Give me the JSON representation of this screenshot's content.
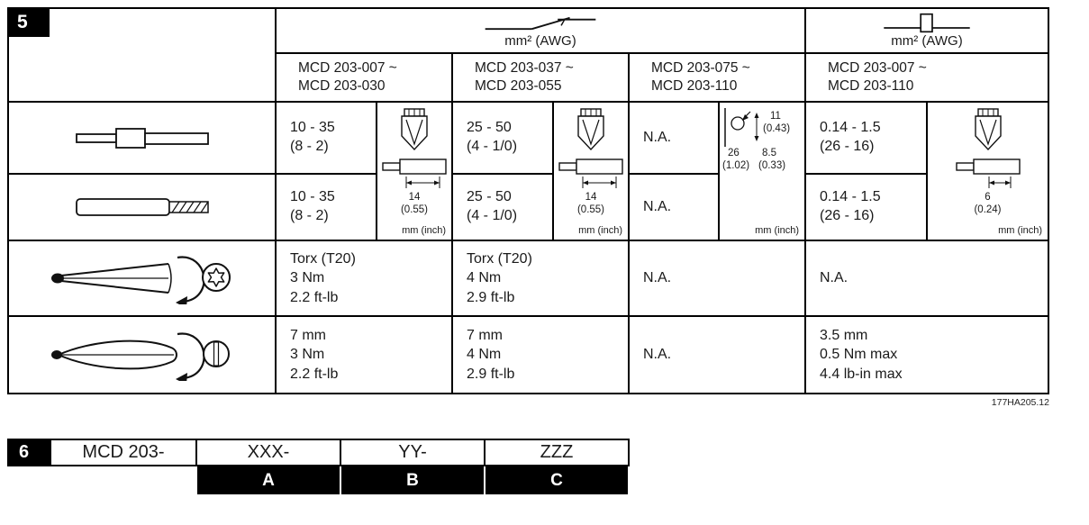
{
  "figure5": {
    "number": "5",
    "caption": "177HA205.12",
    "power_header": {
      "unit": "mm² (AWG)"
    },
    "control_header": {
      "unit": "mm² (AWG)"
    },
    "ranges": {
      "a": {
        "line1": "MCD 203-007 ~",
        "line2": "MCD 203-030"
      },
      "b": {
        "line1": "MCD 203-037 ~",
        "line2": "MCD 203-055"
      },
      "c": {
        "line1": "MCD 203-075 ~",
        "line2": "MCD 203-110"
      },
      "d": {
        "line1": "MCD 203-007 ~",
        "line2": "MCD 203-110"
      }
    },
    "ferrule_row": {
      "a1": "10 - 35",
      "a2": "(8 - 2)",
      "b1": "25 - 50",
      "b2": "(4 - 1/0)",
      "c": "N.A.",
      "d1": "0.14 - 1.5",
      "d2": "(26 - 16)"
    },
    "bare_row": {
      "a1": "10 - 35",
      "a2": "(8 - 2)",
      "b1": "25 - 50",
      "b2": "(4 - 1/0)",
      "c": "N.A.",
      "d1": "0.14 - 1.5",
      "d2": "(26 - 16)"
    },
    "torx_row": {
      "a1": "Torx (T20)",
      "a2": "3 Nm",
      "a3": "2.2 ft-lb",
      "b1": "Torx (T20)",
      "b2": "4 Nm",
      "b3": "2.9 ft-lb",
      "c": "N.A.",
      "d": "N.A."
    },
    "flat_row": {
      "a1": "7 mm",
      "a2": "3 Nm",
      "a3": "2.2 ft-lb",
      "b1": "7 mm",
      "b2": "4 Nm",
      "b3": "2.9 ft-lb",
      "c": "N.A.",
      "d1": "3.5 mm",
      "d2": "0.5 Nm max",
      "d3": "4.4 lb-in max"
    },
    "diagram_a": {
      "dim": "14",
      "dim_inch": "(0.55)",
      "unit": "mm (inch)"
    },
    "diagram_b": {
      "dim": "14",
      "dim_inch": "(0.55)",
      "unit": "mm (inch)"
    },
    "diagram_c": {
      "dim1": "11",
      "dim1_inch": "(0.43)",
      "dim2": "26",
      "dim2_inch": "(1.02)",
      "dim3": "8.5",
      "dim3_inch": "(0.33)",
      "unit": "mm (inch)"
    },
    "diagram_d": {
      "dim": "6",
      "dim_inch": "(0.24)",
      "unit": "mm (inch)"
    },
    "icons": {
      "power_header": "mains-contact-icon",
      "control_header": "control-terminal-icon",
      "row1": "ferrule-cable-icon",
      "row2": "bare-cable-icon",
      "row3": "torx-screwdriver-icon",
      "row4": "flat-screwdriver-icon",
      "diagram_top": "wire-clamp-icon",
      "diagram_side": "ferrule-side-icon",
      "diagram_c": "busbar-lug-icon"
    }
  },
  "figure6": {
    "number": "6",
    "row1": [
      "MCD 203-",
      "XXX-",
      "YY-",
      "ZZZ"
    ],
    "row2": [
      "A",
      "B",
      "C"
    ]
  }
}
